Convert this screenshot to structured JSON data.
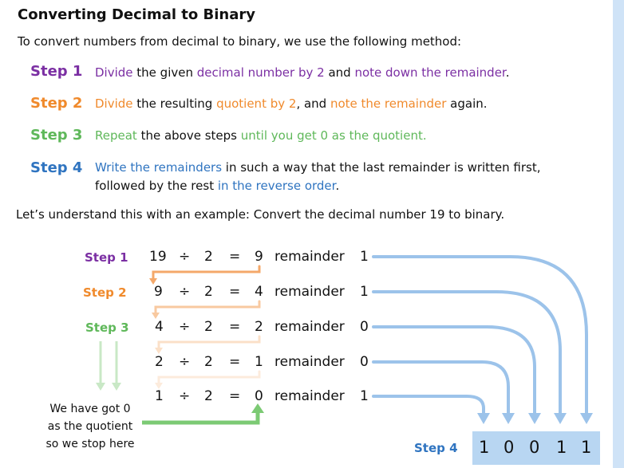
{
  "title": "Converting Decimal to Binary",
  "intro": "To convert numbers from decimal to binary, we use the following method:",
  "steps": [
    {
      "label": "Step 1",
      "parts": [
        "Divide",
        " the given ",
        "decimal number by 2",
        " and ",
        "note down the remainder",
        "."
      ]
    },
    {
      "label": "Step 2",
      "parts": [
        "Divide",
        " the resulting ",
        "quotient by 2",
        ", and ",
        "note the remainder",
        " again."
      ]
    },
    {
      "label": "Step 3",
      "parts": [
        "Repeat",
        " the above steps ",
        "until you get 0 as the quotient."
      ]
    },
    {
      "label": "Step 4",
      "parts": [
        "Write the remainders",
        " in such a way that the last remainder is written first,",
        "followed by the rest ",
        "in the reverse order",
        "."
      ]
    }
  ],
  "example_text": "Let’s understand this with an example: Convert the decimal number 19 to binary.",
  "diagram": {
    "step_labels": [
      "Step 1",
      "Step 2",
      "Step 3",
      "Step 4"
    ],
    "rows": [
      {
        "dividend": "19",
        "op": "÷",
        "divisor": "2",
        "eq": "=",
        "quotient": "9",
        "word": "remainder",
        "rem": "1"
      },
      {
        "dividend": "9",
        "op": "÷",
        "divisor": "2",
        "eq": "=",
        "quotient": "4",
        "word": "remainder",
        "rem": "1"
      },
      {
        "dividend": "4",
        "op": "÷",
        "divisor": "2",
        "eq": "=",
        "quotient": "2",
        "word": "remainder",
        "rem": "0"
      },
      {
        "dividend": "2",
        "op": "÷",
        "divisor": "2",
        "eq": "=",
        "quotient": "1",
        "word": "remainder",
        "rem": "0"
      },
      {
        "dividend": "1",
        "op": "÷",
        "divisor": "2",
        "eq": "=",
        "quotient": "0",
        "word": "remainder",
        "rem": "1"
      }
    ],
    "note_lines": [
      "We have got 0",
      "as the quotient",
      "so we stop here"
    ],
    "binary_digits": [
      "1",
      "0",
      "0",
      "1",
      "1"
    ]
  },
  "colors": {
    "step1": "#7b2fa3",
    "step2": "#f08a2c",
    "step3": "#5fb85a",
    "step4": "#2f74c0",
    "arrow_blue": "#9cc3ea",
    "arrow_orange": "#f8c9a0",
    "arrow_green": "#9fd89a",
    "binary_box": "#b8d6f2"
  }
}
